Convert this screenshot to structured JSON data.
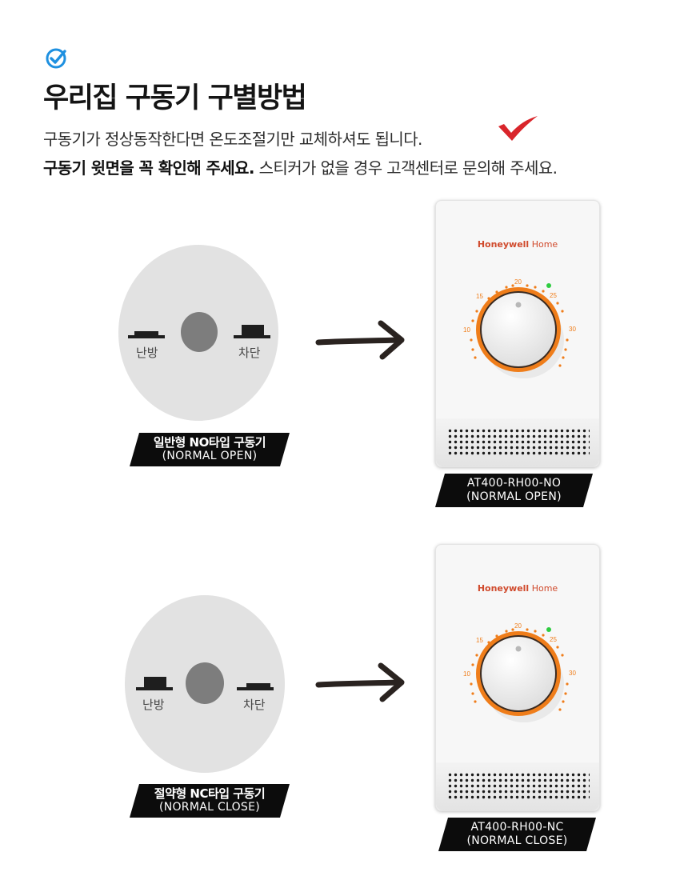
{
  "header": {
    "title": "우리집 구동기 구별방법",
    "line1": "구동기가 정상동작한다면 온도조절기만 교체하셔도 됩니다.",
    "line2_bold": "구동기 윗면을 꼭 확인해 주세요.",
    "line2_rest": " 스티커가 없을 경우 고객센터로 문의해 주세요."
  },
  "colors": {
    "accent_blue": "#1e90e0",
    "check_red": "#d9252b",
    "dial_orange": "#ef7d1a",
    "brand_red": "#d04a2c",
    "badge_black": "#0c0c0c"
  },
  "sections": [
    {
      "actuator": {
        "left_label": "난방",
        "right_label": "차단"
      },
      "actuator_badge": {
        "line1": "일반형 NO타입 구동기",
        "line2": "(NORMAL OPEN)"
      },
      "thermostat": {
        "brand_bold": "Honeywell",
        "brand_light": " Home",
        "dial_marks": [
          "10",
          "15",
          "20",
          "25",
          "30"
        ]
      },
      "thermostat_badge": {
        "line1": "AT400-RH00-NO",
        "line2": "(NORMAL OPEN)"
      }
    },
    {
      "actuator": {
        "left_label": "난방",
        "right_label": "차단"
      },
      "actuator_badge": {
        "line1": "절약형 NC타입 구동기",
        "line2": "(NORMAL CLOSE)"
      },
      "thermostat": {
        "brand_bold": "Honeywell",
        "brand_light": " Home",
        "dial_marks": [
          "10",
          "15",
          "20",
          "25",
          "30"
        ]
      },
      "thermostat_badge": {
        "line1": "AT400-RH00-NC",
        "line2": "(NORMAL CLOSE)"
      }
    }
  ]
}
